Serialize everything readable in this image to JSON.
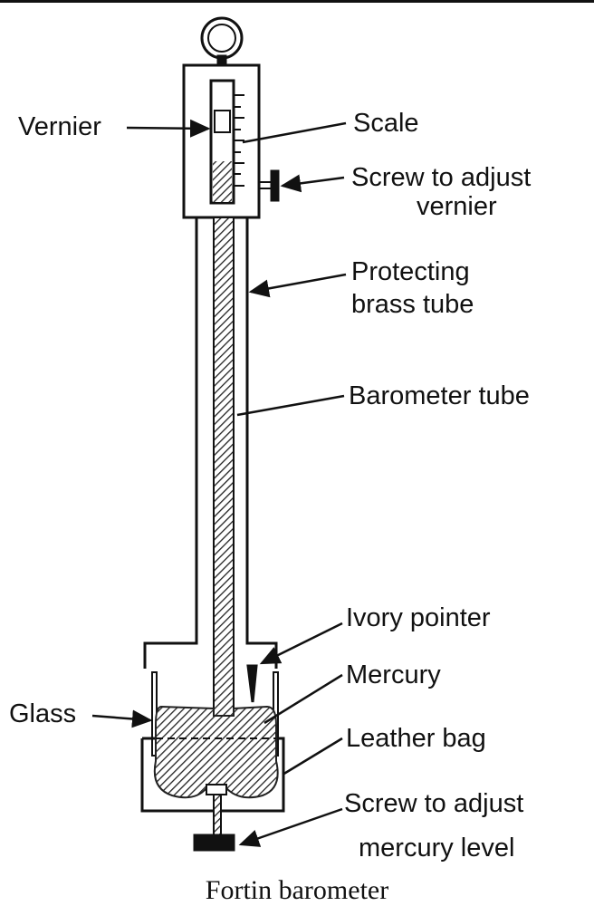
{
  "labels": {
    "vernier": "Vernier",
    "scale": "Scale",
    "screw_vernier_1": "Screw to adjust",
    "screw_vernier_2": "vernier",
    "brass_1": "Protecting",
    "brass_2": "brass tube",
    "barometer_tube": "Barometer  tube",
    "ivory_pointer": "Ivory pointer",
    "mercury": "Mercury",
    "glass": "Glass",
    "leather_bag": "Leather bag",
    "screw_mercury_1": "Screw to adjust",
    "screw_mercury_2": "mercury level"
  },
  "caption": "Fortin barometer",
  "colors": {
    "ink": "#111111",
    "background": "#ffffff"
  }
}
